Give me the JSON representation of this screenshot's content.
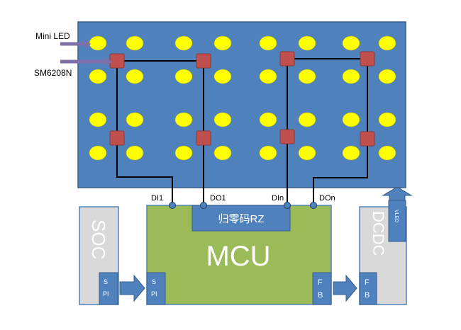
{
  "labels": {
    "mini_led": "Mini LED",
    "driver": "SM6208N",
    "di1": "DI1",
    "do1": "DO1",
    "din": "DIn",
    "don": "DOn",
    "rz": "归零码RZ",
    "mcu": "MCU",
    "soc": "SOC",
    "dcdc": "DCDC",
    "soc_spi": [
      "S",
      "PI"
    ],
    "mcu_spi": [
      "S",
      "PI"
    ],
    "mcu_fb": [
      "F",
      "B"
    ],
    "dcdc_fb": [
      "F",
      "B"
    ],
    "vled": "VLED"
  },
  "colors": {
    "panel_blue": "#4f81bd",
    "led_yellow": "#ffff00",
    "chip_red": "#c0504d",
    "mcu_green": "#9bbb59",
    "box_gray": "#d9d9d9"
  }
}
